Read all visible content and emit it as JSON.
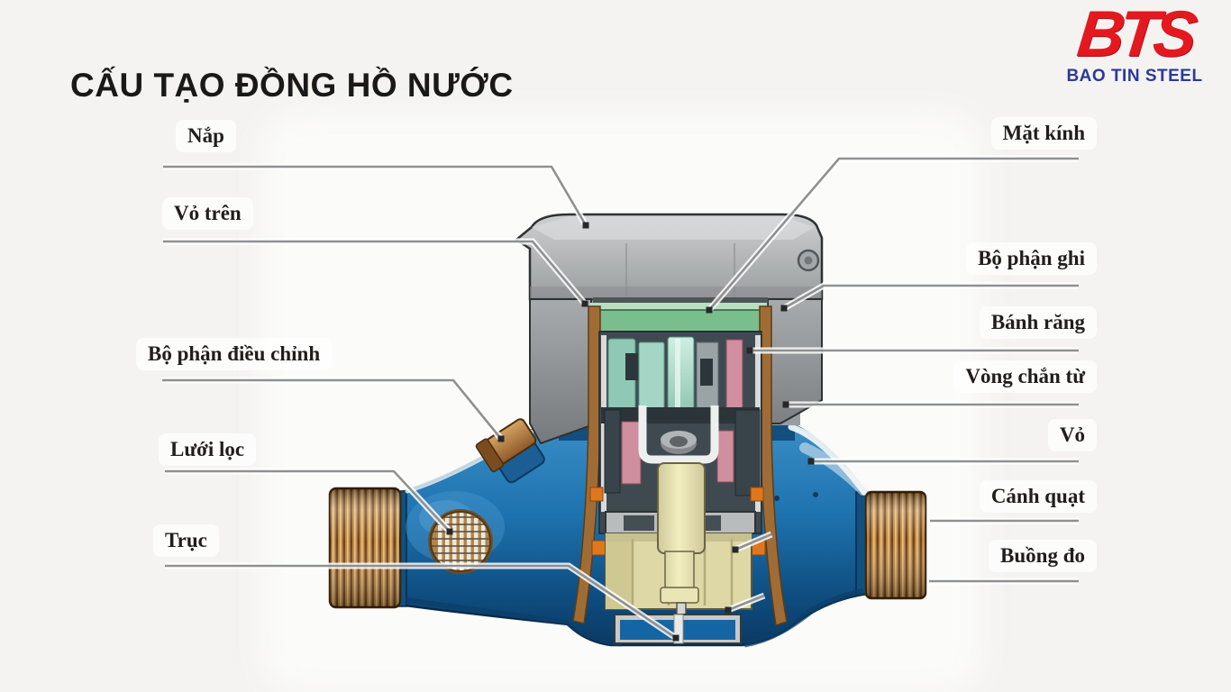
{
  "title": "CẤU TẠO ĐỒNG HỒ NƯỚC",
  "logo": {
    "acronym": "BTS",
    "company": "BAO TIN STEEL"
  },
  "diagram": {
    "subject": "water-meter-cutaway",
    "labels_left": [
      "Nắp",
      "Vỏ trên",
      "Bộ phận điều chỉnh",
      "Lưới lọc",
      "Trục"
    ],
    "labels_right": [
      "Mặt kính",
      "Bộ phận ghi",
      "Bánh răng",
      "Vòng chắn từ",
      "Vỏ",
      "Cánh quạt",
      "Buồng đo"
    ]
  },
  "colors": {
    "background": "#f4f3f1",
    "title_text": "#191919",
    "label_text": "#201e1c",
    "leader_line": "#8e9092",
    "logo_red": "#e4191f",
    "logo_blue": "#2a3a96",
    "meter_blue": "#1e74b0",
    "glass_green": "#79be8c",
    "brass": "#c08a4a",
    "cream": "#ddd8a6",
    "mech_slate": "#3f4a50",
    "teal": "#a5d6c5",
    "pink": "#cf8f9e",
    "seal_orange": "#e0771e",
    "cap_gray": "#aeb1b3"
  }
}
